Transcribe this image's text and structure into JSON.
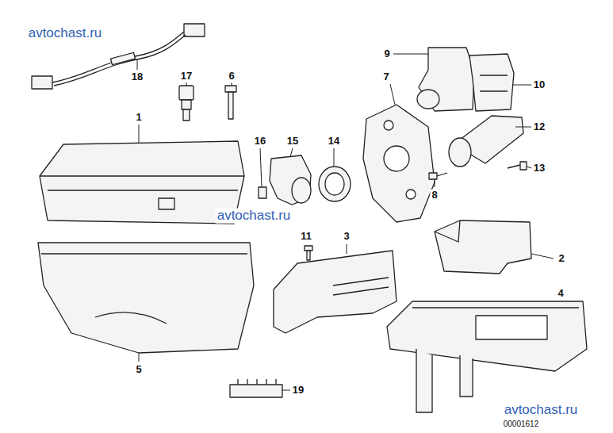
{
  "diagram": {
    "labels": [
      "avtochast.ru",
      "18",
      "17",
      "6",
      "9",
      "7",
      "10",
      "1",
      "16",
      "15",
      "14",
      "12",
      "13",
      "8",
      "avtochast.ru",
      "11",
      "3",
      "2",
      "4",
      "5",
      "19",
      "avtochast.ru",
      "00001612"
    ]
  }
}
